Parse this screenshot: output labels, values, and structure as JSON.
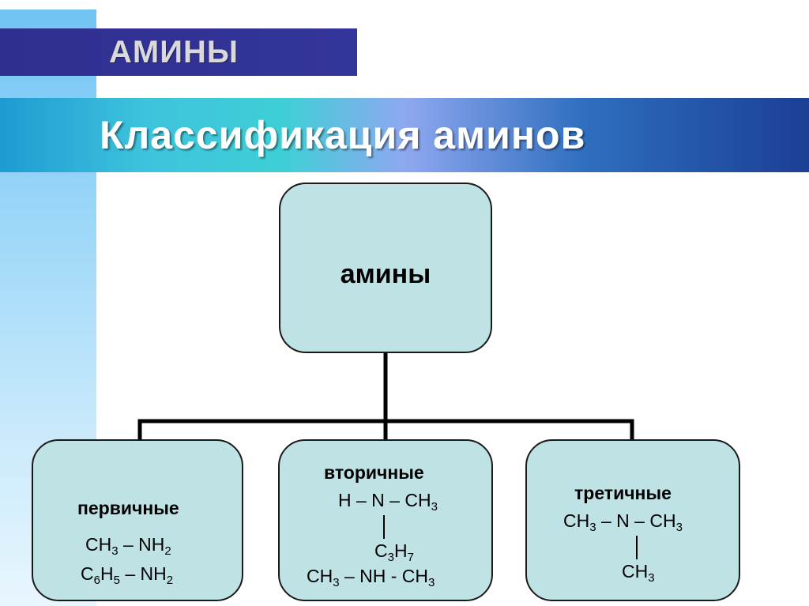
{
  "header": {
    "section_title": "АМИНЫ",
    "slide_title": "Классификация аминов"
  },
  "diagram": {
    "root": {
      "label": "амины"
    },
    "children": [
      {
        "label": "первичные",
        "formula_1": {
          "a": "CH",
          "a_sub": "3",
          "b": " – NH",
          "b_sub": "2"
        },
        "formula_2": {
          "a": "C",
          "a_sub": "6",
          "b": "H",
          "b_sub": "5",
          "c": " – NH",
          "c_sub": "2"
        }
      },
      {
        "label": "вторичные",
        "formula_1": {
          "a": "H – N – CH",
          "a_sub": "3"
        },
        "branch": {
          "a": "C",
          "a_sub": "3",
          "b": "H",
          "b_sub": "7"
        },
        "formula_2": {
          "a": "CH",
          "a_sub": "3",
          "b": " – NH - CH",
          "b_sub": "3"
        }
      },
      {
        "label": "третичные",
        "formula_1": {
          "a": "CH",
          "a_sub": "3",
          "b": " – N – CH",
          "b_sub": "3"
        },
        "branch": {
          "a": "CH",
          "a_sub": "3"
        }
      }
    ]
  },
  "colors": {
    "box_fill": "#bfe2e5",
    "box_border": "#1a1a1a",
    "connector": "#000000",
    "section_stripe": "#34359a",
    "title_stripe_start": "#1d9bd2",
    "title_stripe_end": "#1b3f94"
  }
}
